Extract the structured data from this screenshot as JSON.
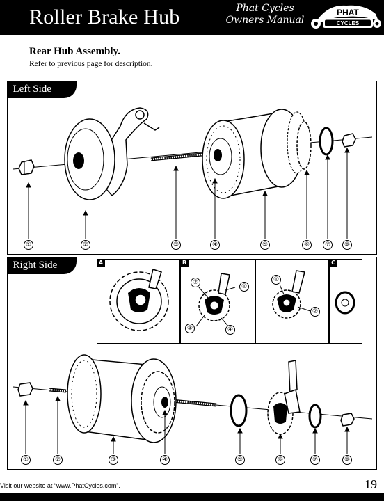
{
  "header": {
    "title": "Roller Brake Hub",
    "subtitle_line1": "Phat Cycles",
    "subtitle_line2": "Owners Manual",
    "logo_top": "PHAT",
    "logo_bottom": "CYCLES"
  },
  "section": {
    "heading": "Rear Hub Assembly.",
    "description": "Refer to previous page for description."
  },
  "left_side": {
    "label": "Left Side",
    "callouts": [
      "①",
      "②",
      "③",
      "④",
      "⑤",
      "⑥",
      "⑦",
      "⑧"
    ]
  },
  "right_side": {
    "label": "Right Side",
    "subpanels": [
      {
        "letter": "A",
        "callouts": []
      },
      {
        "letter": "B",
        "callouts": [
          "②",
          "①",
          "③",
          "④"
        ]
      },
      {
        "letter": "",
        "callouts": [
          "①",
          "②"
        ]
      },
      {
        "letter": "C",
        "callouts": []
      }
    ],
    "callouts": [
      "①",
      "②",
      "③",
      "④",
      "⑤",
      "⑥",
      "⑦",
      "⑧"
    ]
  },
  "footer": {
    "website_text": "Visit our website at “www.PhatCycles.com”.",
    "page_number": "19"
  }
}
